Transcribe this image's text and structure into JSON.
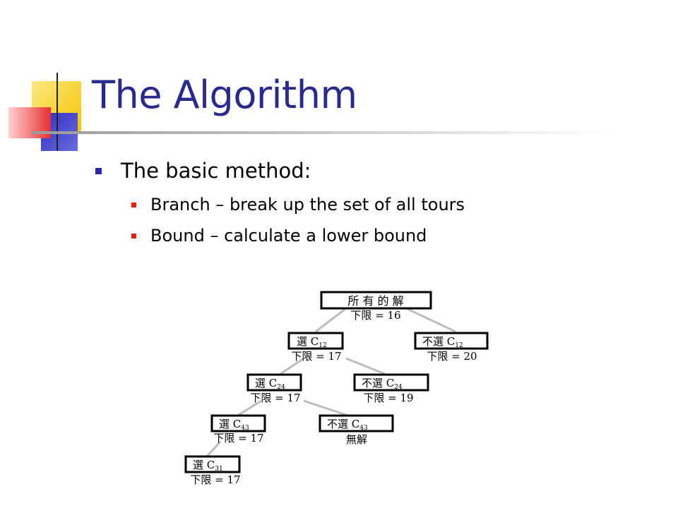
{
  "slide": {
    "title": "The Algorithm",
    "bullets": [
      {
        "text": "The basic method:",
        "sub": [
          {
            "label": "Branch",
            "dash": "–",
            "rest": "break up the set of all tours"
          },
          {
            "label": "Bound",
            "dash": "–",
            "rest": "calculate a lower bound"
          }
        ]
      }
    ]
  },
  "tree": {
    "root": {
      "box": "所 有 的 解",
      "label": "下限 = 16"
    },
    "level1": [
      {
        "box_main": "選 C",
        "box_sub": "12",
        "label": "下限 = 17"
      },
      {
        "box_main": "不選 C",
        "box_sub": "12",
        "label": "下限 = 20"
      }
    ],
    "level2": [
      {
        "box_main": "選 C",
        "box_sub": "24",
        "label": "下限 = 17"
      },
      {
        "box_main": "不選 C",
        "box_sub": "24",
        "label": "下限 = 19"
      }
    ],
    "level3": [
      {
        "box_main": "選 C",
        "box_sub": "43",
        "label": "下限 = 17"
      },
      {
        "box_main": "不選 C",
        "box_sub": "43",
        "label": "無解"
      }
    ],
    "level4": [
      {
        "box_main": "選 C",
        "box_sub": "31",
        "label": "下限 = 17"
      }
    ]
  },
  "colors": {
    "title": "#2a2a8c",
    "bullet1": "#2a2aa8",
    "bullet2": "#e8200a",
    "deco_yellow": "#f8d030",
    "deco_blue": "#3a3ab8",
    "deco_red": "#e83030"
  }
}
